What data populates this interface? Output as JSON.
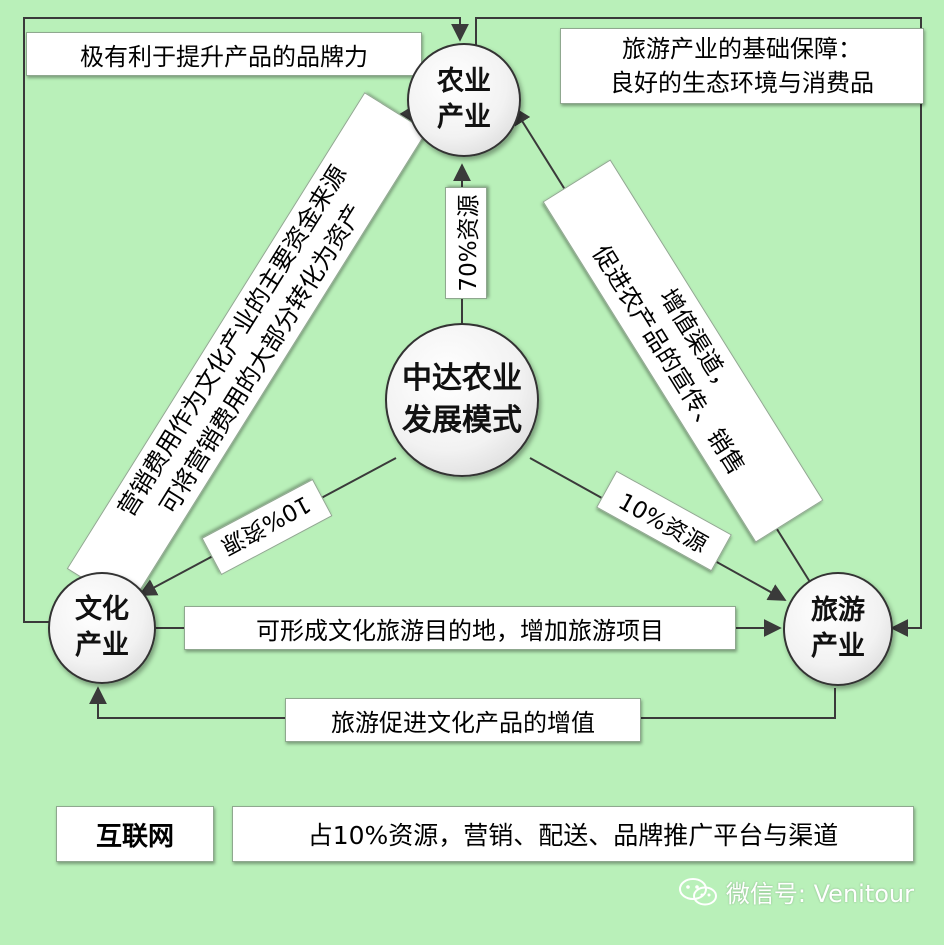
{
  "colors": {
    "background": "#b9f0b9",
    "line": "#3a3a3a",
    "box": "#ffffff"
  },
  "nodes": {
    "agri": {
      "line1": "农业",
      "line2": "产业"
    },
    "center": {
      "line1": "中达农业",
      "line2": "发展模式"
    },
    "culture": {
      "line1": "文化",
      "line2": "产业"
    },
    "tourism": {
      "line1": "旅游",
      "line2": "产业"
    }
  },
  "labels": {
    "brand_power": "极有利于提升产品的品牌力",
    "tourism_basis_1": "旅游产业的基础保障：",
    "tourism_basis_2": "良好的生态环境与消费品",
    "marketing_1": "营销费用作为文化产业的主要资金来源",
    "marketing_2": "可将营销费用的大部分转化为资产",
    "center_to_agri": "70%资源",
    "promote_1": "增值渠道，",
    "promote_2": "促进农产品的宣传、销售",
    "center_to_culture": "10%资源",
    "center_to_tourism": "10%资源",
    "culture_to_tourism": "可形成文化旅游目的地，增加旅游项目",
    "tourism_to_culture": "旅游促进文化产品的增值"
  },
  "internet": {
    "label": "互联网",
    "description": "占10%资源，营销、配送、品牌推广平台与渠道"
  },
  "watermark": {
    "icon": "wechat-icon",
    "text": "微信号: Venitour"
  }
}
